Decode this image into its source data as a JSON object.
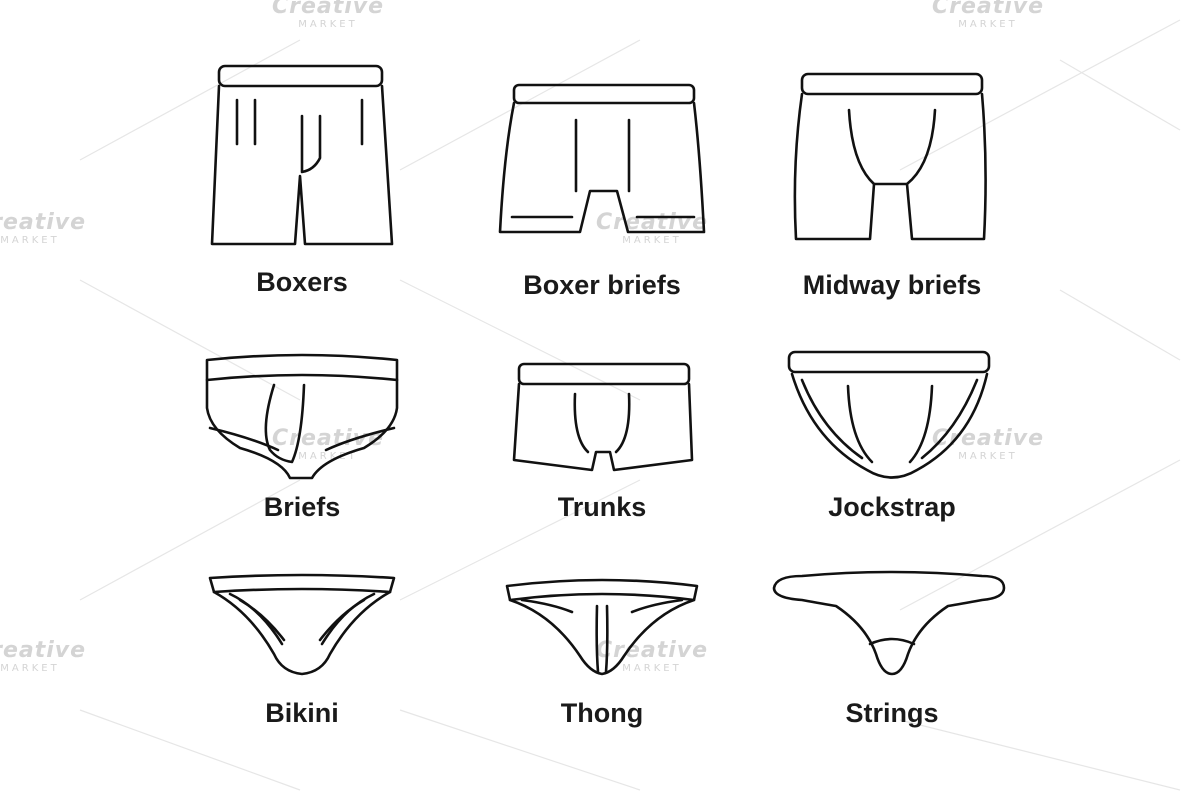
{
  "watermark": {
    "brand": "Creative",
    "sub": "MARKET"
  },
  "items": [
    {
      "label": "Boxers",
      "icon": "boxers-icon"
    },
    {
      "label": "Boxer briefs",
      "icon": "boxer-briefs-icon"
    },
    {
      "label": "Midway briefs",
      "icon": "midway-briefs-icon"
    },
    {
      "label": "Briefs",
      "icon": "briefs-icon"
    },
    {
      "label": "Trunks",
      "icon": "trunks-icon"
    },
    {
      "label": "Jockstrap",
      "icon": "jockstrap-icon"
    },
    {
      "label": "Bikini",
      "icon": "bikini-icon"
    },
    {
      "label": "Thong",
      "icon": "thong-icon"
    },
    {
      "label": "Strings",
      "icon": "strings-icon"
    }
  ]
}
